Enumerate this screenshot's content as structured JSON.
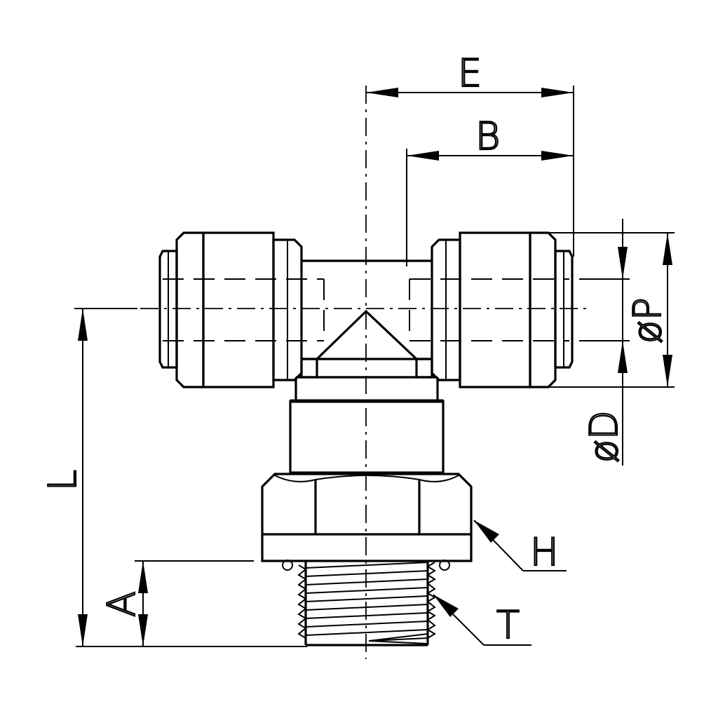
{
  "dimensions": {
    "E": "E",
    "B": "B",
    "P": "øP",
    "D": "øD",
    "L": "L",
    "A": "A",
    "H": "H",
    "T": "T"
  }
}
